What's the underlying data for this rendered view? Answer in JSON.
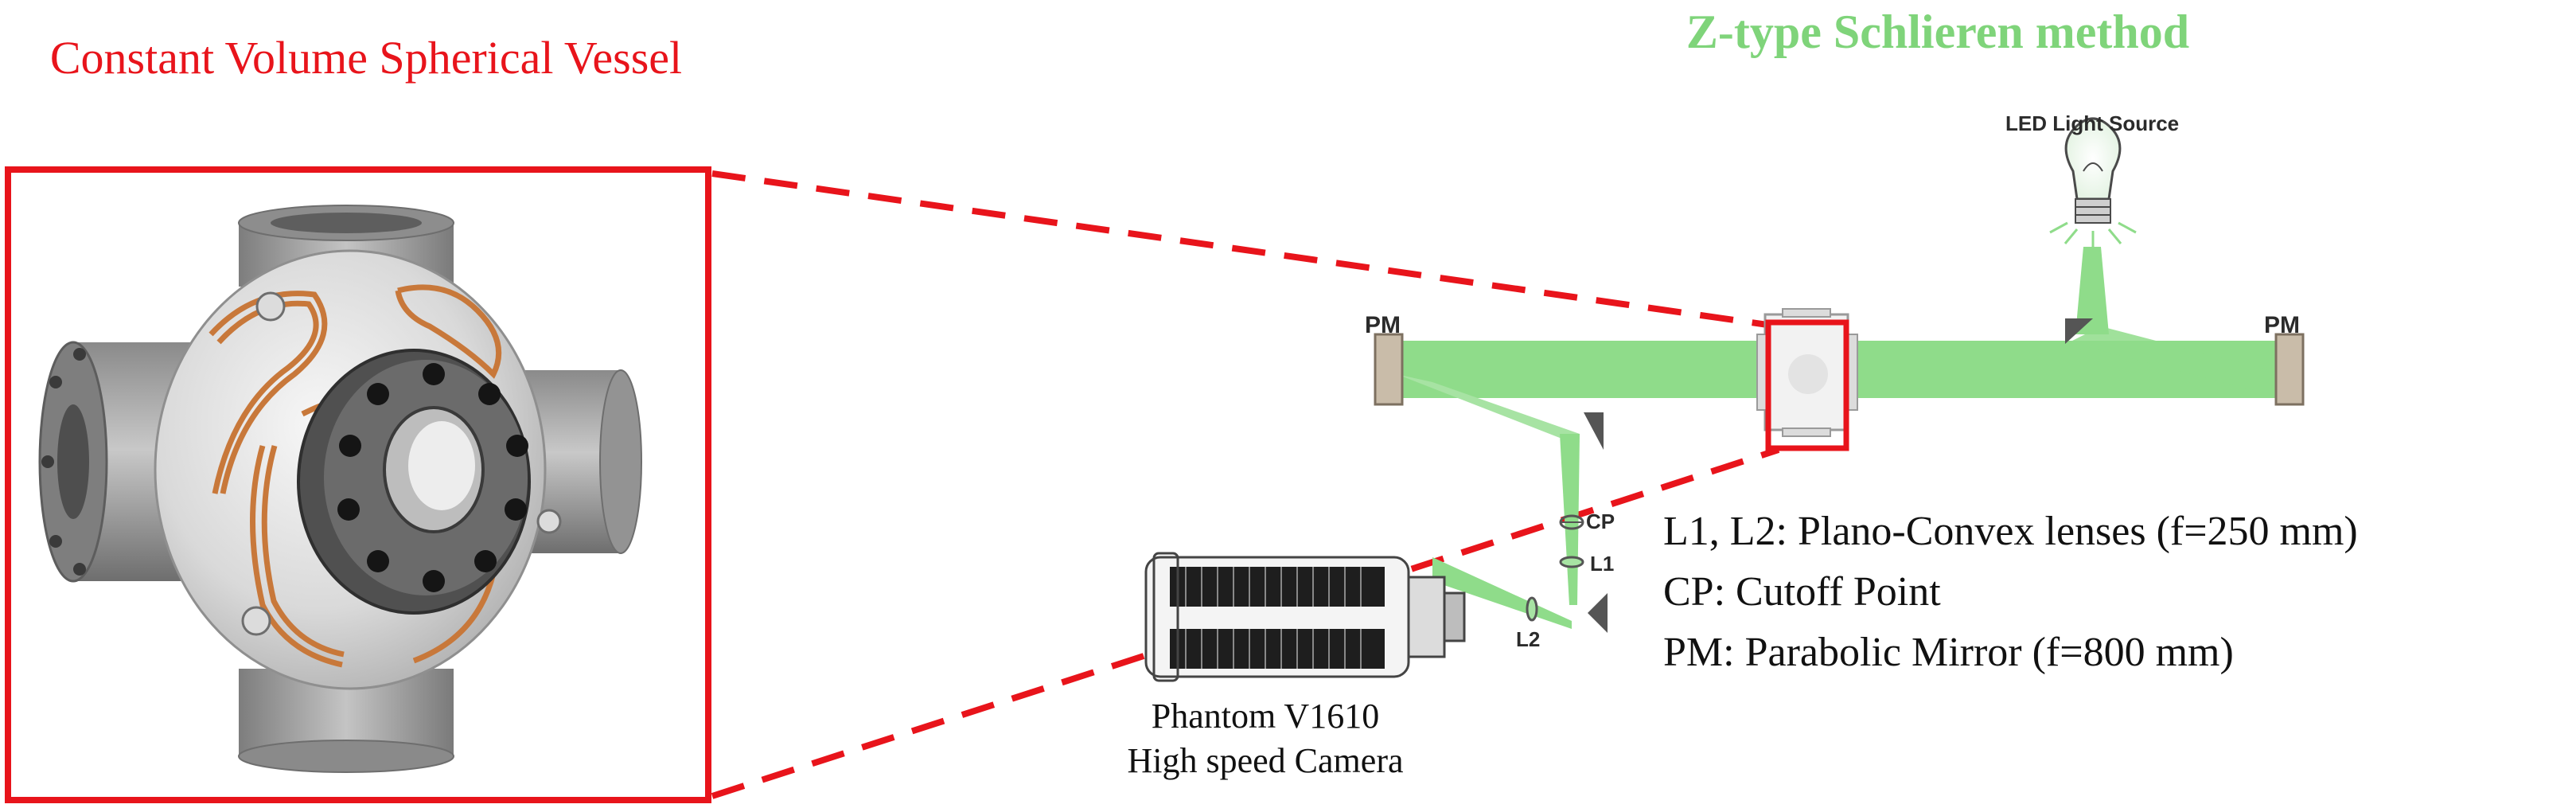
{
  "titles": {
    "vessel": "Constant Volume Spherical Vessel",
    "schlieren": "Z-type Schlieren method"
  },
  "labels": {
    "led": "LED Light Source",
    "pm_left": "PM",
    "pm_right": "PM",
    "cp": "CP",
    "l1": "L1",
    "l2": "L2"
  },
  "legend": [
    "L1, L2: Plano-Convex lenses (f=250 mm)",
    "CP: Cutoff Point",
    "PM: Parabolic Mirror (f=800 mm)"
  ],
  "camera": {
    "model": "Phantom V1610",
    "type": "High speed Camera"
  },
  "colors": {
    "highlight_red": "#e8141b",
    "schlieren_green": "#7fd47a",
    "beam_green": "#8fdc8a",
    "metal_gray": "#9a9a9a",
    "copper": "#c8783a"
  }
}
